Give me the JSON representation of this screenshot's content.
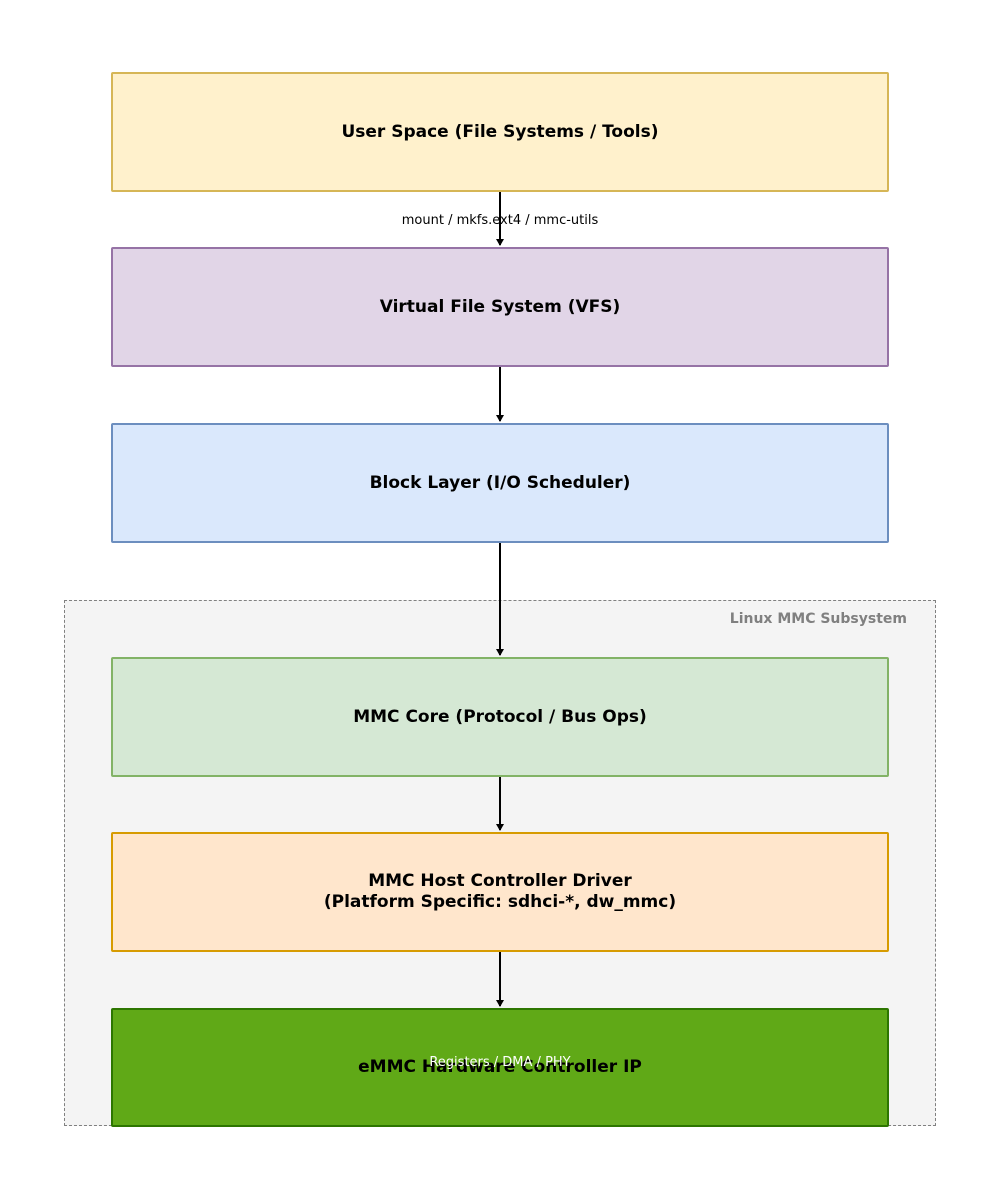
{
  "group": {
    "label": "Linux MMC Subsystem"
  },
  "layers": {
    "user_space": "User Space (File Systems / Tools)",
    "vfs": "Virtual File System (VFS)",
    "block": "Block Layer (I/O Scheduler)",
    "mmc_core": "MMC Core (Protocol / Bus Ops)",
    "host_driver": "MMC Host Controller Driver\n(Platform Specific: sdhci-*, dw_mmc)",
    "emmc_ip": "eMMC Hardware Controller IP"
  },
  "edge_labels": {
    "user_to_vfs": "mount / mkfs.ext4 / mmc-utils",
    "host_to_ip": "Registers / DMA / PHY"
  },
  "colors": {
    "user_space_fill": "#fff1cc",
    "vfs_fill": "#e1d5e7",
    "block_fill": "#dae8fc",
    "mmc_core_fill": "#d5e8d4",
    "host_driver_fill": "#ffe6cc",
    "emmc_ip_fill": "#60a917"
  }
}
